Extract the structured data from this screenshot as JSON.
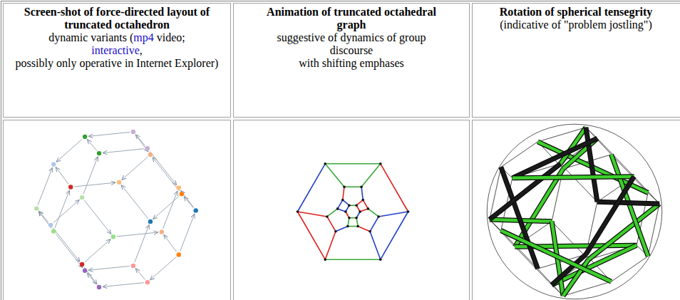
{
  "diagram": {
    "labels": [
      "Screen-shot of force-directed layout of truncated octahedron",
      "dynamic variants (",
      "mp4",
      "video;",
      "interactive",
      ",",
      "possibly only operative in Internet Explorer)",
      "Animation of truncated octahedral graph",
      "suggestive of dynamics of group discourse",
      "with shifting emphases",
      "Rotation of spherical tensegrity",
      "(indicative of \"problem jostling\")"
    ]
  }
}
